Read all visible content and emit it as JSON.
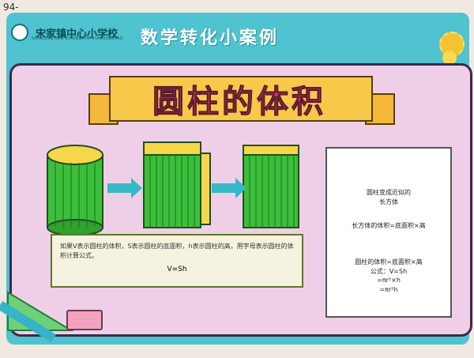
{
  "header": {
    "tag": "94-",
    "school_name": "宋家镇中心小学校",
    "school_pinyin": "SONGJIAZHEN ZHONGXIN XIAOXUEXIAO",
    "headline": "数学转化小案例"
  },
  "poster": {
    "title": "圆柱的体积",
    "text_box": {
      "paragraph": "如果V表示圆柱的体积，S表示圆柱的底面积，h表示圆柱的高，用字母表示圆柱的体积计算公式。",
      "formula": "V=Sh"
    },
    "curtain_panel": {
      "line1": "圆柱变成近似的",
      "line2": "长方体",
      "line3": "长方体的体积=底面积×高",
      "line4": "圆柱的体积=底面积×高",
      "line5": "公式：V=Sh",
      "line6": "=πr²×h",
      "line7": "=πr²h"
    }
  },
  "colors": {
    "background": "#4fc3cf",
    "board": "#efcfe8",
    "banner": "#f7c84a",
    "title": "#d8345f",
    "cylinder": "#3bbf3b",
    "arrow": "#36b9c6"
  },
  "icons": [
    "school-logo-icon",
    "sun-icon",
    "apple-icon",
    "pencil-icon",
    "eraser-icon",
    "arrow-right-icon",
    "arrow-down-icon",
    "bow-icon"
  ]
}
